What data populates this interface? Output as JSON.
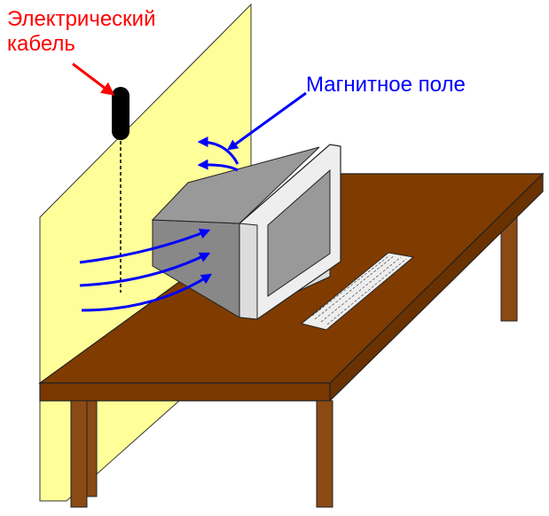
{
  "labels": {
    "cable_line1": "Электрический",
    "cable_line2": "кабель",
    "magnetic_field": "Магнитное поле"
  },
  "colors": {
    "wall": "#ffff99",
    "table_top": "#803c00",
    "table_edge": "#6a3200",
    "monitor_body": "#eeeeee",
    "monitor_back": "#888888",
    "screen": "#999999",
    "cable": "#000000",
    "field_arrows": "#0000ff",
    "cable_label_arrow": "#ff0000"
  },
  "icons": {
    "cable": "cable-icon",
    "monitor": "crt-monitor-icon",
    "keyboard": "keyboard-icon"
  }
}
